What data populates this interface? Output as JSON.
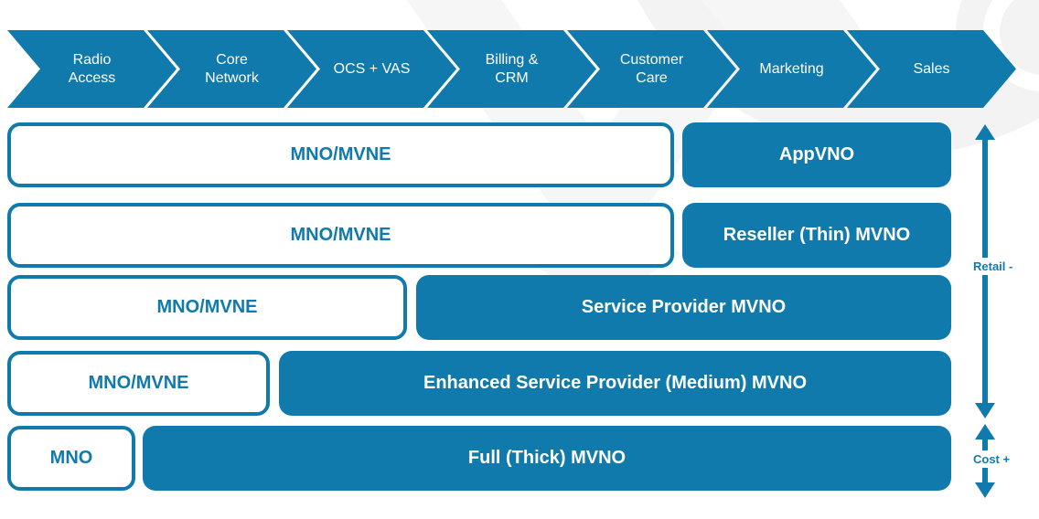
{
  "value_chain": {
    "stages": [
      {
        "label": "Radio\nAccess"
      },
      {
        "label": "Core\nNetwork"
      },
      {
        "label": "OCS + VAS"
      },
      {
        "label": "Billing &\nCRM"
      },
      {
        "label": "Customer\nCare"
      },
      {
        "label": "Marketing"
      },
      {
        "label": "Sales"
      }
    ]
  },
  "layers": [
    {
      "operator": "MNO/MVNE",
      "mvno_type": "AppVNO"
    },
    {
      "operator": "MNO/MVNE",
      "mvno_type": "Reseller (Thin) MVNO"
    },
    {
      "operator": "MNO/MVNE",
      "mvno_type": "Service Provider MVNO"
    },
    {
      "operator": "MNO/MVNE",
      "mvno_type": "Enhanced Service Provider (Medium) MVNO"
    },
    {
      "operator": "MNO",
      "mvno_type": "Full (Thick) MVNO"
    }
  ],
  "axis": {
    "retail_label": "Retail -",
    "cost_label": "Cost +"
  },
  "colors": {
    "accent": "#117AAC",
    "watermark": "#f3f3f3",
    "box_text_on_blue": "#ffffff"
  }
}
